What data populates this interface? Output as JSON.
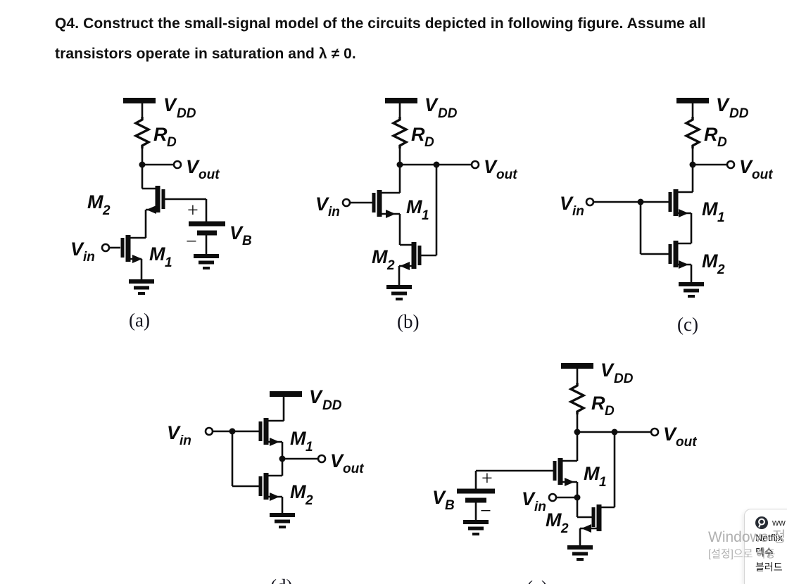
{
  "question": {
    "line1": "Q4. Construct the small-signal model of the circuits depicted in following figure. Assume all",
    "line2": "transistors operate in saturation and λ ≠ 0."
  },
  "labels": {
    "v_supply_main": "V",
    "v_supply_sub": "DD",
    "r_drain_main": "R",
    "r_drain_sub": "D",
    "v_out_main": "V",
    "v_out_sub": "out",
    "v_in_main": "V",
    "v_in_sub": "in",
    "m1_main": "M",
    "m1_sub": "1",
    "m2_main": "M",
    "m2_sub": "2",
    "v_bias_main": "V",
    "v_bias_sub": "B",
    "plus_sign": "+",
    "minus_sign": "−"
  },
  "circuits": {
    "a": {
      "caption": "(a)"
    },
    "b": {
      "caption": "(b)"
    },
    "c": {
      "caption": "(c)"
    },
    "d": {
      "caption": "(d)"
    },
    "e": {
      "caption": "(e)"
    }
  },
  "overlay": {
    "watermark": {
      "line1": "Windows 정",
      "line2": "[설정]으로 이동"
    },
    "popup": {
      "favicon": "site-favicon",
      "url_text": "ww",
      "suggestions": [
        "Netflix",
        "덱수",
        "블러드"
      ]
    }
  },
  "colors": {
    "ink": "#0d0d0d",
    "watermark_gray": "#a8a8a8",
    "panel_border": "#d6d6d6",
    "favicon_bg": "#262b33"
  }
}
